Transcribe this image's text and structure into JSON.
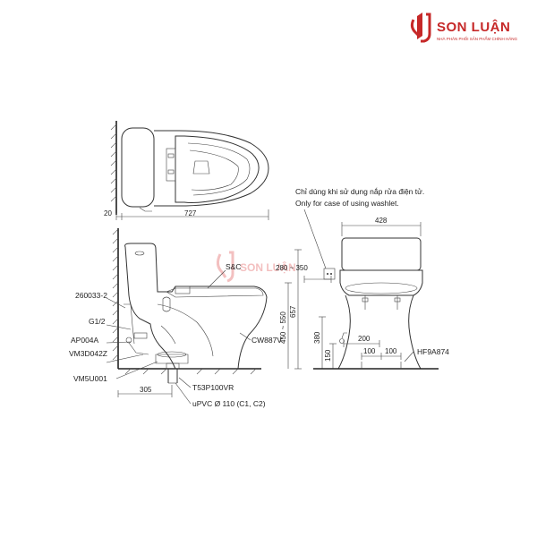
{
  "brand": {
    "name": "SON LUẬN",
    "tagline": "NHÀ PHÂN PHỐI SẢN PHẨM CHÍNH HÃNG",
    "color": "#c62828"
  },
  "watermark": {
    "text": "SON LUẬN"
  },
  "top_view": {
    "dim_wall": "20",
    "dim_length": "727"
  },
  "side_view": {
    "labels": {
      "seat": "S&C",
      "valve_top": "260033-2",
      "g12": "G1/2",
      "ap004a": "AP004A",
      "vm3d": "VM3D042Z",
      "vm5u": "VM5U001",
      "body": "CW887V",
      "t53p": "T53P100VR",
      "upvc": "uPVC Ø 110 (C1, C2)"
    },
    "dims": {
      "d305": "305",
      "d280_350": "280 ~ 350",
      "d657": "657",
      "d450_550": "450 ~ 550",
      "d380": "380",
      "d150": "150"
    }
  },
  "front_view": {
    "note_vi": "Chỉ dùng khi sử dụng nắp rửa điện tử.",
    "note_en": "Only for case of using washlet.",
    "dims": {
      "d428": "428",
      "d200": "200",
      "d100a": "100",
      "d100b": "100"
    },
    "label_hf": "HF9A874"
  }
}
